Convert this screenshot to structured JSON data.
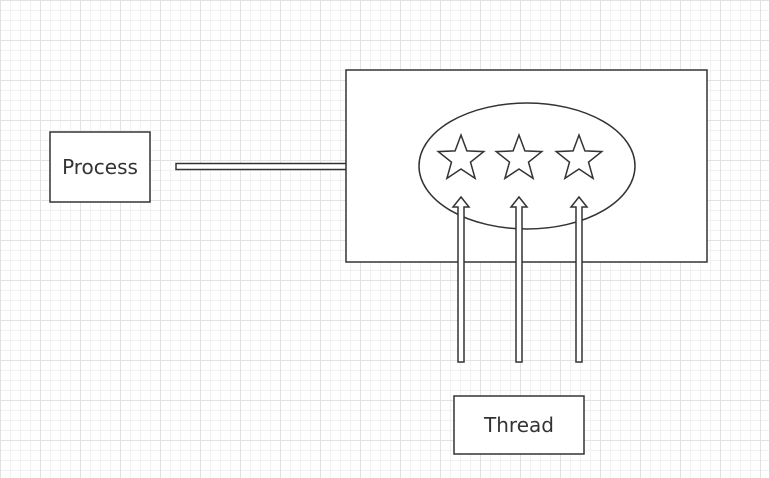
{
  "diagram": {
    "process_label": "Process",
    "thread_label": "Thread",
    "stroke_color": "#333333",
    "fill_color": "#ffffff",
    "star_count": 3,
    "thread_arrow_count": 3
  }
}
